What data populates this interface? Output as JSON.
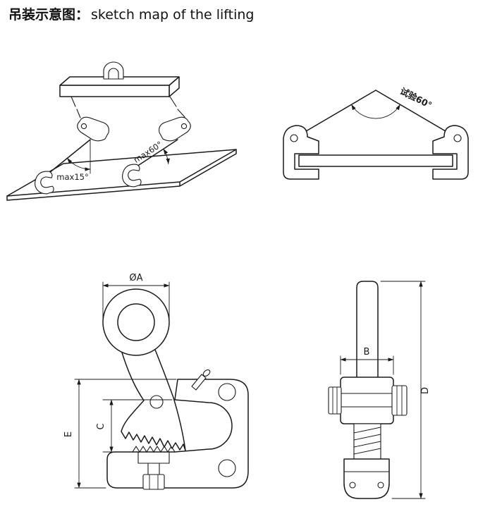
{
  "title": {
    "zh": "吊装示意图：",
    "en": "sketch map of the lifting"
  },
  "figure_beam_lifting": {
    "max_angle_side": "max15°",
    "max_angle_sling": "max60°"
  },
  "figure_sling_test": {
    "test_angle": "试验60°"
  },
  "figure_clamp_side": {
    "dim_ring_diameter": "ØA",
    "dim_jaw_opening": "C",
    "dim_body_height": "E"
  },
  "figure_clamp_front": {
    "dim_body_width": "B",
    "dim_total_height": "D"
  },
  "colors": {
    "line_color": "#1a1a1a",
    "background": "#ffffff"
  }
}
